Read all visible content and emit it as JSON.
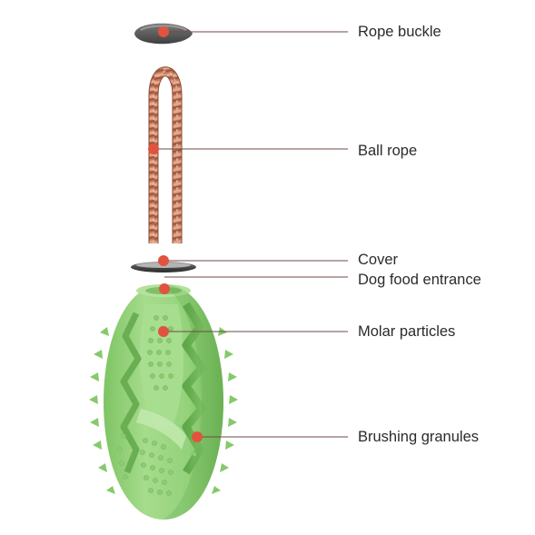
{
  "callouts": {
    "rope_buckle": "Rope buckle",
    "ball_rope": "Ball rope",
    "cover": "Cover",
    "dog_food_entrance": "Dog food entrance",
    "molar_particles": "Molar particles",
    "brushing_granules": "Brushing granules"
  },
  "colors": {
    "marker": "#e2533f",
    "leader_line": "#6e4a44",
    "toy_green": "#9ad47f",
    "rope": "#c97b5f",
    "buckle": "#5a5a5a"
  }
}
